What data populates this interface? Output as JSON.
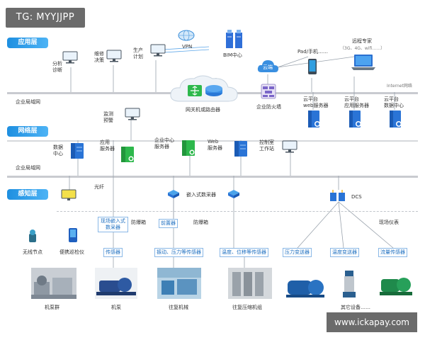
{
  "tag": "TG: MYYJJPP",
  "watermark": "www.ickapay.com",
  "layers": {
    "application": "应用层",
    "network": "网络层",
    "perception": "感知层"
  },
  "networks": {
    "enterprise_lan_1": "企业局域网",
    "enterprise_lan_2": "企业局域网",
    "internet": "Internet网络"
  },
  "application_layer": {
    "analysis": "分析\n诊断",
    "maintenance": "维修\n决策",
    "production": "生产\n计划",
    "vpn": "VPN",
    "bim": "BIM中心",
    "cloud": "云端",
    "pad": "Pad/手机……",
    "remote_expert": "远程专家",
    "remote_expert_sub": "（3G、4G、wifi……）",
    "gateway": "网关机或路由器",
    "firewall": "企业防火墙",
    "cloud_web": "云平台\nweb服务器",
    "cloud_app": "云平台\n应用服务器",
    "cloud_db": "云平台\n数据中心"
  },
  "network_layer": {
    "monitor": "监测\n预警",
    "data_center": "数据\n中心",
    "app_server": "应用\n服务器",
    "enterprise_server": "企业中心\n服务器",
    "web_server": "Web\n服务器",
    "control_station": "控制室\n工作站"
  },
  "perception_layer": {
    "fiber": "光纤",
    "embedded_collector": "嵌入式数采器",
    "dcs": "DCS",
    "site_embedded": "现场嵌入式\n数采器",
    "anti_explosion_1": "防爆箱",
    "preamp": "前置器",
    "anti_explosion_2": "防爆箱",
    "field_meter": "现场仪表",
    "wireless_node": "无线节点",
    "portable": "便携巡检仪",
    "sensors": [
      "传感器",
      "振动、压力等传感器",
      "温度、位移等传感器",
      "压力变送器",
      "温度变送器",
      "流量传感器"
    ],
    "equipment": [
      "机泵群",
      "机泵",
      "往复机械",
      "往复压缩机组",
      "其它设备……"
    ]
  },
  "colors": {
    "accent": "#1e8fe0",
    "server_green": "#2db84c",
    "server_blue": "#1f6fd6",
    "line": "#c9cbd0"
  }
}
